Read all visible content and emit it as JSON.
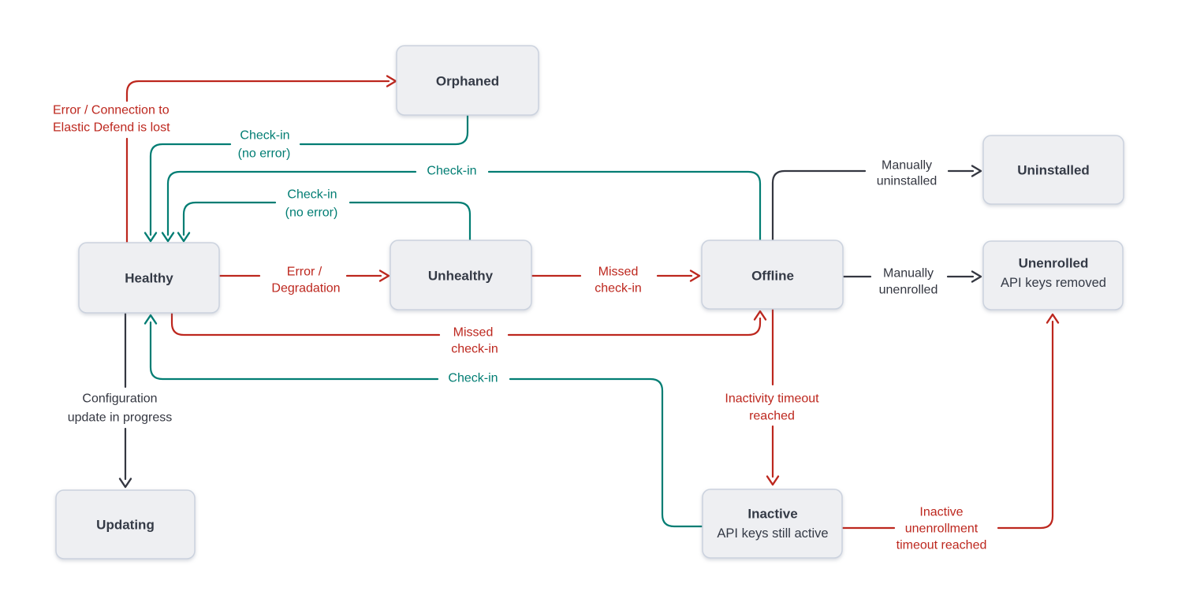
{
  "colors": {
    "error": "#BD271E",
    "success": "#017D73",
    "neutral": "#343741",
    "node-fill": "#EEEFF2",
    "node-border": "#CBD2DE",
    "node-text": "#343A46"
  },
  "nodes": {
    "orphaned": {
      "title": "Orphaned"
    },
    "uninstalled": {
      "title": "Uninstalled"
    },
    "healthy": {
      "title": "Healthy"
    },
    "unhealthy": {
      "title": "Unhealthy"
    },
    "offline": {
      "title": "Offline"
    },
    "unenrolled": {
      "title": "Unenrolled",
      "subtitle": "API keys removed"
    },
    "updating": {
      "title": "Updating"
    },
    "inactive": {
      "title": "Inactive",
      "subtitle": "API keys still active"
    }
  },
  "edges": {
    "healthy_to_orphaned": {
      "type": "error",
      "lines": [
        "Error / Connection to",
        "Elastic Defend is lost"
      ]
    },
    "orphaned_to_healthy": {
      "type": "success",
      "lines": [
        "Check-in",
        "(no error)"
      ]
    },
    "offline_to_healthy": {
      "type": "success",
      "lines": [
        "Check-in"
      ]
    },
    "unhealthy_to_healthy": {
      "type": "success",
      "lines": [
        "Check-in",
        "(no error)"
      ]
    },
    "healthy_to_unhealthy": {
      "type": "error",
      "lines": [
        "Error /",
        "Degradation"
      ]
    },
    "unhealthy_to_offline": {
      "type": "error",
      "lines": [
        "Missed",
        "check-in"
      ]
    },
    "offline_to_uninstalled": {
      "type": "neutral",
      "lines": [
        "Manually",
        "uninstalled"
      ]
    },
    "offline_to_unenrolled": {
      "type": "neutral",
      "lines": [
        "Manually",
        "unenrolled"
      ]
    },
    "healthy_to_offline": {
      "type": "error",
      "lines": [
        "Missed",
        "check-in"
      ]
    },
    "healthy_to_updating": {
      "type": "neutral",
      "lines": [
        "Configuration",
        "update in progress"
      ]
    },
    "offline_to_inactive": {
      "type": "error",
      "lines": [
        "Inactivity timeout",
        "reached"
      ]
    },
    "inactive_to_healthy": {
      "type": "success",
      "lines": [
        "Check-in"
      ]
    },
    "inactive_to_unenrolled": {
      "type": "error",
      "lines": [
        "Inactive",
        "unenrollment",
        "timeout reached"
      ]
    }
  }
}
